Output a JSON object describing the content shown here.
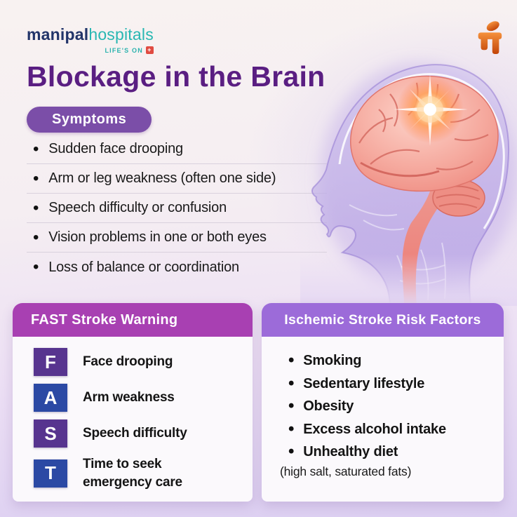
{
  "brand": {
    "name_part1": "manipal",
    "name_part2": "hospitals",
    "tagline": "LIFE'S ON",
    "plus_glyph": "+"
  },
  "title": "Blockage in the Brain",
  "symptoms": {
    "badge": "Symptoms",
    "items": [
      "Sudden face drooping",
      "Arm or leg weakness (often one side)",
      "Speech difficulty or confusion",
      "Vision problems in one or both eyes",
      "Loss of balance or coordination"
    ]
  },
  "fast_card": {
    "title": "FAST Stroke Warning",
    "rows": [
      {
        "letter": "F",
        "label": "Face drooping"
      },
      {
        "letter": "A",
        "label": "Arm weakness"
      },
      {
        "letter": "S",
        "label": "Speech difficulty"
      },
      {
        "letter": "T",
        "label": "Time to seek emergency care"
      }
    ]
  },
  "risk_card": {
    "title": "Ischemic Stroke Risk Factors",
    "items": [
      "Smoking",
      "Sedentary lifestyle",
      "Obesity",
      "Excess alcohol intake",
      "Unhealthy diet"
    ],
    "note": "(high salt, saturated fats)"
  },
  "icons": {
    "brand_mark": "manipal-mark-icon",
    "brand_plus": "plus-icon",
    "illustration": "brain-stroke-illustration"
  },
  "colors": {
    "title_purple": "#5a1e82",
    "badge_purple": "#7b4ea8",
    "fast_header_purple": "#a840b2",
    "risk_header_purple": "#9c6bd9",
    "letter_purple": "#57348f",
    "letter_blue": "#2b49a4",
    "brand_navy": "#223469",
    "brand_teal": "#29b7b2",
    "brand_red": "#e04b41",
    "mark_orange": "#d95f15",
    "text_dark": "#1a1a1a",
    "background_top": "#f8f2f1",
    "background_bottom": "#dbcef1"
  }
}
